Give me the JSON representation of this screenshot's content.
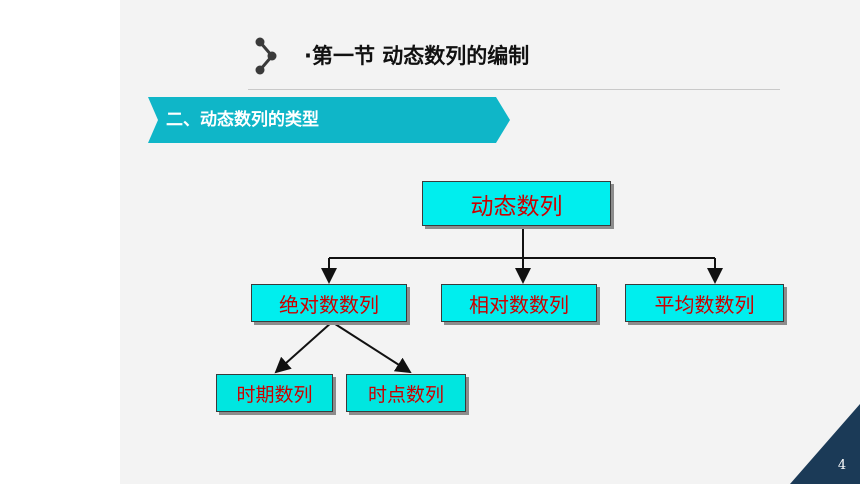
{
  "header": {
    "section_title": "·第一节  动态数列的编制",
    "icon": "share-network-icon"
  },
  "banner": {
    "text": "二、动态数列的类型",
    "color": "#0fb6c8",
    "nav_icon": "triangle-left-icon"
  },
  "diagram": {
    "root": "动态数列",
    "level2": [
      "绝对数数列",
      "相对数数列",
      "平均数数列"
    ],
    "level3": [
      "时期数列",
      "时点数列"
    ],
    "box_color": "#00eeee",
    "text_color": "#cc0000"
  },
  "footer": {
    "page_number": "4",
    "corner_color": "#1b3a57"
  }
}
